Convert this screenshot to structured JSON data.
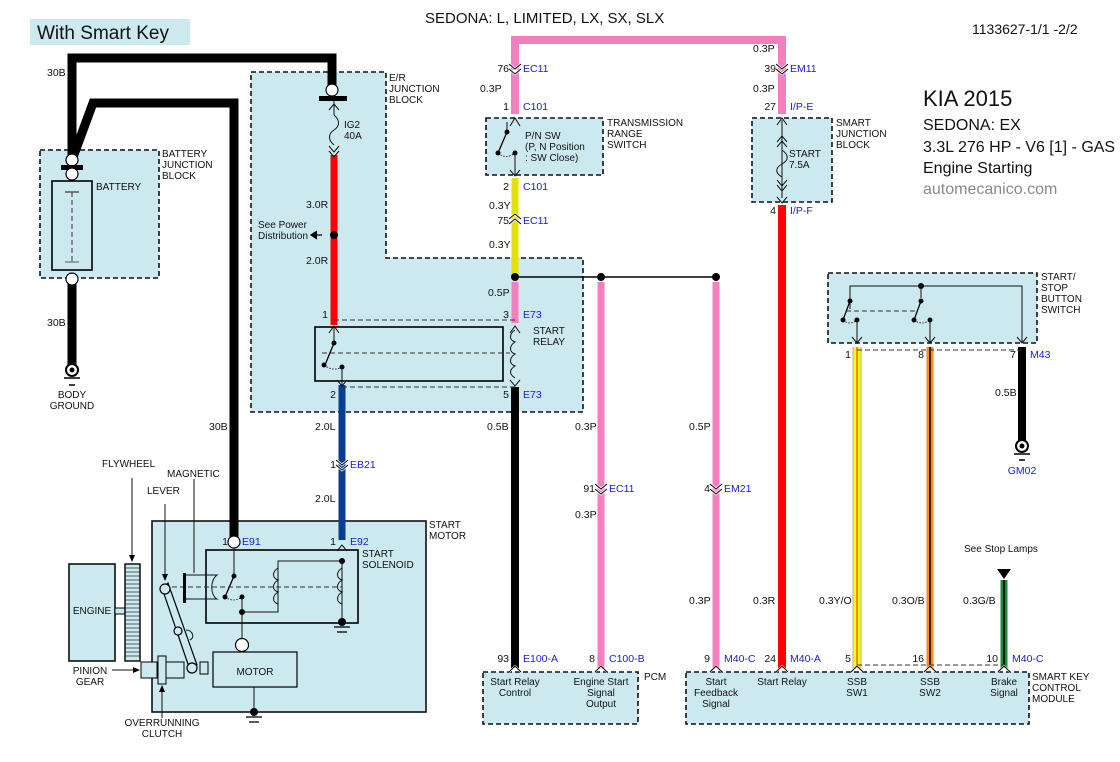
{
  "header": {
    "badge": "With Smart Key",
    "model_line": "SEDONA: L, LIMITED, LX, SX, SLX",
    "doc_id": "1133627-1/1 -2/2"
  },
  "info": {
    "make_year": "KIA 2015",
    "model": "SEDONA: EX",
    "engine": "3.3L 276 HP - V6  [1] - GAS",
    "system": "Engine Starting",
    "website": "automecanico.com"
  },
  "colors": {
    "black": "#000000",
    "red": "#ff0000",
    "pink": "#f47fbf",
    "yellow": "#ffff00",
    "blue": "#0a3d91",
    "orange": "#ff8a1a",
    "green": "#1e8a3c",
    "box_fill": "#cde9f0",
    "connector_text": "#1a1ad6"
  },
  "components": {
    "battery_junction_block": "BATTERY\nJUNCTION\nBLOCK",
    "battery": "BATTERY",
    "body_ground": "BODY\nGROUND",
    "er_junction_block": "E/R\nJUNCTION\nBLOCK",
    "fuse_ig2": "IG2\n40A",
    "see_power": "See Power\nDistribution",
    "start_relay": "START\nRELAY",
    "trans_range_switch": "TRANSMISSION\nRANGE\nSWITCH",
    "pn_sw": "P/N SW\n(P, N Position\n: SW Close)",
    "smart_junction_block": "SMART\nJUNCTION\nBLOCK",
    "fuse_start": "START\n7.5A",
    "start_stop_switch": "START/\nSTOP\nBUTTON\nSWITCH",
    "gm02": "GM02",
    "start_motor": "START\nMOTOR",
    "start_solenoid": "START\nSOLENOID",
    "motor": "MOTOR",
    "engine": "ENGINE",
    "flywheel": "FLYWHEEL",
    "magnetic": "MAGNETIC",
    "lever": "LEVER",
    "pinion_gear": "PINION\nGEAR",
    "overrunning_clutch": "OVERRUNNING\nCLUTCH",
    "pcm": "PCM",
    "smart_key_module": "SMART KEY\nCONTROL\nMODULE",
    "see_stop_lamps": "See Stop Lamps"
  },
  "pcm_pins": [
    {
      "pin": "93",
      "connector": "E100-A",
      "label": "Start Relay\nControl"
    },
    {
      "pin": "8",
      "connector": "C100-B",
      "label": "Engine Start\nSignal\nOutput"
    }
  ],
  "skm_pins": [
    {
      "pin": "9",
      "connector": "M40-C",
      "label": "Start\nFeedback\nSignal"
    },
    {
      "pin": "24",
      "connector": "M40-A",
      "label": "Start Relay"
    },
    {
      "pin": "5",
      "connector": "",
      "label": "SSB\nSW1"
    },
    {
      "pin": "16",
      "connector": "",
      "label": "SSB\nSW2"
    },
    {
      "pin": "10",
      "connector": "M40-C",
      "label": "Brake\nSignal"
    }
  ],
  "wire_labels": [
    {
      "id": "w-30b-top",
      "text": "30B"
    },
    {
      "id": "w-30b-gnd",
      "text": "30B"
    },
    {
      "id": "w-30b-motor",
      "text": "30B"
    },
    {
      "id": "w-3r",
      "text": "3.0R"
    },
    {
      "id": "w-2r",
      "text": "2.0R"
    },
    {
      "id": "w-2l-a",
      "text": "2.0L"
    },
    {
      "id": "w-2l-b",
      "text": "2.0L"
    },
    {
      "id": "w-03p-a",
      "text": "0.3P"
    },
    {
      "id": "w-03y-a",
      "text": "0.3Y"
    },
    {
      "id": "w-03y-b",
      "text": "0.3Y"
    },
    {
      "id": "w-05p",
      "text": "0.5P"
    },
    {
      "id": "w-05b",
      "text": "0.5B"
    },
    {
      "id": "w-03p-b",
      "text": "0.3P"
    },
    {
      "id": "w-03p-c",
      "text": "0.3P"
    },
    {
      "id": "w-05p-b",
      "text": "0.5P"
    },
    {
      "id": "w-03p-d",
      "text": "0.3P"
    },
    {
      "id": "w-03p-top",
      "text": "0.3P"
    },
    {
      "id": "w-03p-e",
      "text": "0.3P"
    },
    {
      "id": "w-03r",
      "text": "0.3R"
    },
    {
      "id": "w-03yo",
      "text": "0.3Y/O"
    },
    {
      "id": "w-03ob",
      "text": "0.3O/B"
    },
    {
      "id": "w-03gb",
      "text": "0.3G/B"
    },
    {
      "id": "w-05b-gnd",
      "text": "0.5B"
    },
    {
      "id": "w-03p-sjb",
      "text": "0.3P"
    }
  ],
  "connectors": [
    {
      "id": "c-ec11-76",
      "pin": "76",
      "name": "EC11"
    },
    {
      "id": "c-c101-1",
      "pin": "1",
      "name": "C101"
    },
    {
      "id": "c-c101-2",
      "pin": "2",
      "name": "C101"
    },
    {
      "id": "c-ec11-75",
      "pin": "75",
      "name": "EC11"
    },
    {
      "id": "c-e73-3",
      "pin": "3",
      "name": "E73"
    },
    {
      "id": "c-e73-5",
      "pin": "5",
      "name": "E73"
    },
    {
      "id": "c-relay-1",
      "pin": "1",
      "name": ""
    },
    {
      "id": "c-relay-2",
      "pin": "2",
      "name": ""
    },
    {
      "id": "c-eb21",
      "pin": "1",
      "name": "EB21"
    },
    {
      "id": "c-e91",
      "pin": "1",
      "name": "E91"
    },
    {
      "id": "c-e92",
      "pin": "1",
      "name": "E92"
    },
    {
      "id": "c-ec11-91",
      "pin": "91",
      "name": "EC11"
    },
    {
      "id": "c-em21",
      "pin": "4",
      "name": "EM21"
    },
    {
      "id": "c-em11",
      "pin": "39",
      "name": "EM11"
    },
    {
      "id": "c-ipe",
      "pin": "27",
      "name": "I/P-E"
    },
    {
      "id": "c-ipf",
      "pin": "4",
      "name": "I/P-F"
    },
    {
      "id": "c-ssb-1",
      "pin": "1",
      "name": ""
    },
    {
      "id": "c-ssb-8",
      "pin": "8",
      "name": ""
    },
    {
      "id": "c-m43",
      "pin": "7",
      "name": "M43"
    }
  ]
}
